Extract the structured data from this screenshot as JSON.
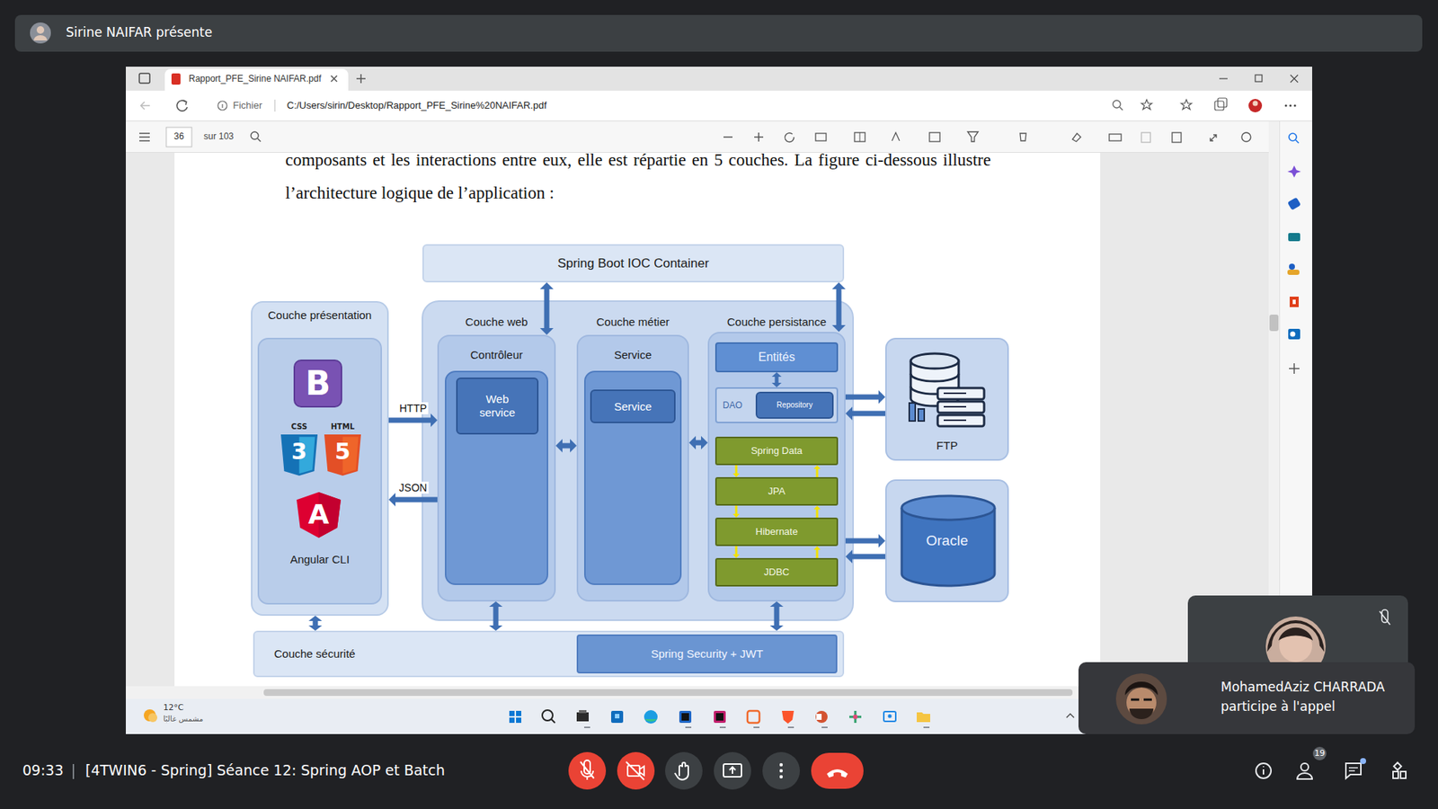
{
  "diagram": {
    "nodes": [
      {
        "text": [
          "Spring Boot IOC Container"
        ]
      },
      {
        "text": [
          "Couche présentation"
        ]
      },
      {
        "text": [
          "Angular CLI"
        ],
        "in": 1
      },
      {
        "text": [
          "Couche web",
          "Contrôleur"
        ]
      },
      {
        "text": [
          "Web service"
        ],
        "in": 3
      },
      {
        "text": [
          "Couche métier",
          "Service"
        ]
      },
      {
        "text": [
          "Service"
        ],
        "in": 5
      },
      {
        "text": [
          "Couche persistance"
        ]
      },
      {
        "text": [
          "Entités"
        ],
        "in": 7
      },
      {
        "text": [
          "DAO"
        ],
        "in": 7
      },
      {
        "text": [
          "Repository"
        ],
        "in": 9
      },
      {
        "text": [
          "Spring Data"
        ],
        "in": 7
      },
      {
        "text": [
          "JPA"
        ],
        "in": 7
      },
      {
        "text": [
          "Hibernate"
        ],
        "in": 7
      },
      {
        "text": [
          "JDBC"
        ],
        "in": 7
      },
      {
        "text": [
          "FTP"
        ]
      },
      {
        "text": [
          "Oracle"
        ]
      },
      {
        "text": [
          "Couche sécurité"
        ]
      },
      {
        "text": [
          "Spring Security + JWT"
        ],
        "in": 17
      }
    ],
    "edges": [
      {
        "from": 0,
        "to": 3,
        "arrow": "both"
      },
      {
        "from": 0,
        "to": 7,
        "arrow": "both"
      },
      {
        "from": 1,
        "to": 3,
        "arrow": "to",
        "label": "HTTP"
      },
      {
        "from": 3,
        "to": 1,
        "arrow": "to",
        "label": "JSON"
      },
      {
        "from": 3,
        "to": 5,
        "arrow": "both"
      },
      {
        "from": 5,
        "to": 7,
        "arrow": "both"
      },
      {
        "from": 8,
        "to": 9,
        "arrow": "both"
      },
      {
        "from": 11,
        "to": 12,
        "arrow": "to"
      },
      {
        "from": 12,
        "to": 11,
        "arrow": "to"
      },
      {
        "from": 12,
        "to": 13,
        "arrow": "to"
      },
      {
        "from": 13,
        "to": 12,
        "arrow": "to"
      },
      {
        "from": 13,
        "to": 14,
        "arrow": "to"
      },
      {
        "from": 14,
        "to": 13,
        "arrow": "to"
      },
      {
        "from": 7,
        "to": 15,
        "arrow": "to"
      },
      {
        "from": 15,
        "to": 7,
        "arrow": "to"
      },
      {
        "from": 7,
        "to": 16,
        "arrow": "to"
      },
      {
        "from": 16,
        "to": 7,
        "arrow": "to"
      },
      {
        "from": 1,
        "to": 17,
        "arrow": "both"
      },
      {
        "from": 3,
        "to": 17,
        "arrow": "both"
      },
      {
        "from": 7,
        "to": 17,
        "arrow": "both"
      }
    ],
    "labels": [
      "Sirine NAIFAR présente",
      "Rapport_PFE_Sirine NAIFAR.pdf",
      "Fichier",
      "C:/Users/sirin/Desktop/Rapport_PFE_Sirine%20NAIFAR.pdf",
      "36",
      "sur 103",
      "composants et les interactions entre eux, elle est répartie en 5 couches. La figure ci-dessous illustre l’architecture logique de l’application :",
      "B",
      "CSS",
      "HTML",
      "3",
      "5",
      "A",
      "12°C",
      "مشمس غالبًا",
      "MohamedAziz CHARRADA",
      "participe à l'appel",
      "09:33",
      "[4TWIN6 - Spring] Séance 12: Spring AOP et Batch",
      "19"
    ]
  }
}
